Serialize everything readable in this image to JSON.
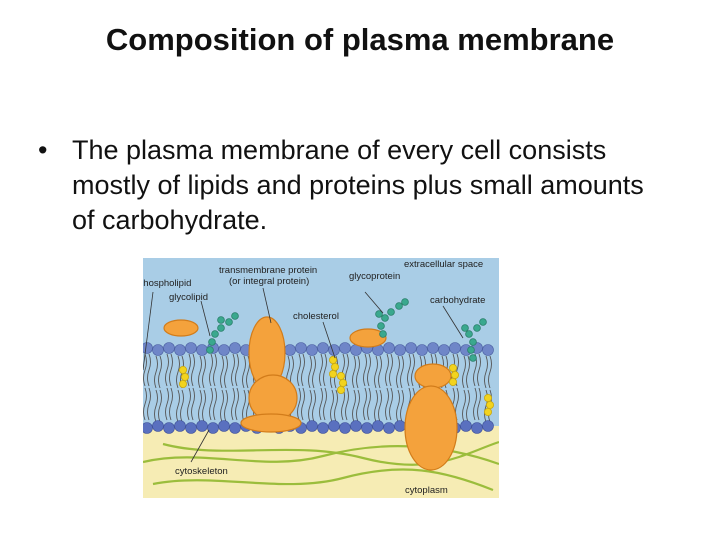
{
  "slide": {
    "title": "Composition of plasma membrane",
    "bullet_marker": "•",
    "bullet_text": "The plasma membrane of every cell consists mostly of lipids and proteins plus small amounts of carbohydrate."
  },
  "figure": {
    "labels": {
      "phospholipid": "phospholipid",
      "transmembrane_1": "transmembrane protein",
      "transmembrane_2": "(or integral protein)",
      "glycoprotein": "glycoprotein",
      "extracellular_space": "extracellular space",
      "glycolipid": "glycolipid",
      "cholesterol": "cholesterol",
      "carbohydrate": "carbohydrate",
      "cytoskeleton": "cytoskeleton",
      "cytoplasm": "cytoplasm"
    },
    "colors": {
      "extracellular": "#a9cde6",
      "cytoplasm": "#f6ecb4",
      "head": "#6f86c8",
      "protein": "#f4a23c",
      "cholesterol": "#f2d31e",
      "carbohydrate": "#3aa88e",
      "cytoskeleton": "#9bbd3c"
    }
  }
}
